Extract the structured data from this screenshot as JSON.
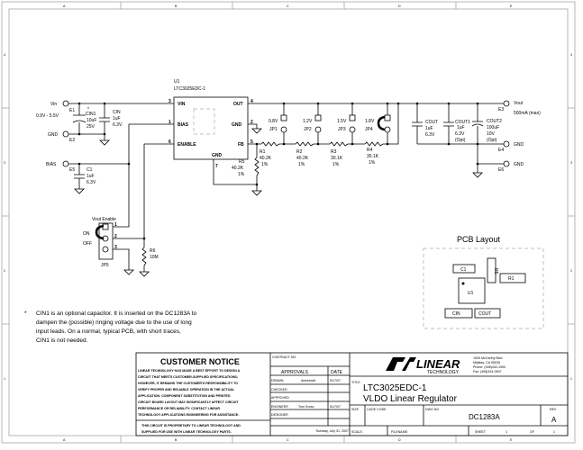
{
  "frame": {
    "columns": [
      "A",
      "B",
      "C",
      "D",
      "E"
    ],
    "rows": [
      "4",
      "3",
      "2",
      "1"
    ]
  },
  "u1": {
    "ref": "U1",
    "part": "LTC3025EDC-1",
    "pins": {
      "vin": "VIN",
      "bias": "BIAS",
      "enable": "ENABLE",
      "out": "OUT",
      "gnd": "GND",
      "fb": "FB",
      "gnd_bottom": "GND"
    },
    "pin_numbers": {
      "vin": "3",
      "bias": "1",
      "enable": "6",
      "out": "4",
      "gnd": "2",
      "fb": "5",
      "gnd_bottom": "7"
    }
  },
  "terminals": {
    "vin": {
      "label": "Vin",
      "ref": "E1",
      "note": "0.9V - 5.5V"
    },
    "gnd_in": {
      "label": "GND",
      "ref": "E2"
    },
    "bias": {
      "label": "BIAS",
      "ref": "E5"
    },
    "vout": {
      "label": "Vout",
      "ref": "E3",
      "note": "500mA (max)"
    },
    "gnd_out1": {
      "label": "GND",
      "ref": "E4"
    },
    "gnd_out2": {
      "label": "GND",
      "ref": "E6"
    }
  },
  "capacitors": {
    "cin1": {
      "mark": "*",
      "ref": "CIN1",
      "value": "10uF",
      "voltage": "25V"
    },
    "cin": {
      "ref": "CIN",
      "value": "1uF",
      "voltage": "6.3V"
    },
    "c1": {
      "ref": "C1",
      "value": "1uF",
      "voltage": "6.3V"
    },
    "cout": {
      "ref": "COUT",
      "value": "1uF",
      "voltage": "6.3V"
    },
    "cout1": {
      "ref": "COUT1",
      "value": "1uF",
      "voltage": "6.3V",
      "note": "(Opt)"
    },
    "cout2": {
      "ref": "COUT2",
      "value": "100uF",
      "voltage": "10V",
      "note": "(Opt)"
    }
  },
  "resistors": {
    "r1": {
      "ref": "R1",
      "value": "40.2K",
      "tol": "1%"
    },
    "r2": {
      "ref": "R2",
      "value": "40.2K",
      "tol": "1%"
    },
    "r3": {
      "ref": "R3",
      "value": "30.1K",
      "tol": "1%"
    },
    "r4": {
      "ref": "R4",
      "value": "30.1K",
      "tol": "1%"
    },
    "r5": {
      "ref": "R5",
      "value": "40.2K",
      "tol": "1%"
    },
    "r6": {
      "ref": "R6",
      "value": "10M"
    }
  },
  "jumpers": {
    "jp1": {
      "ref": "JP1",
      "voltage": "0.8V"
    },
    "jp2": {
      "ref": "JP2",
      "voltage": "1.2V"
    },
    "jp3": {
      "ref": "JP3",
      "voltage": "1.5V"
    },
    "jp4": {
      "ref": "JP4",
      "voltage": "1.8V"
    },
    "jp5": {
      "ref": "JP5",
      "title": "Vout Enable",
      "on": "ON",
      "off": "OFF",
      "pins": [
        "1",
        "2",
        "3"
      ]
    }
  },
  "note": {
    "mark": "*",
    "lines": [
      "CIN1 is an optional capacitor. It is inserted on the DC1283A to",
      "dampen the (possible) ringing voltage due to the use of long",
      "input leads. On a normal, typical PCB, with short traces,",
      "CIN1 is not needed."
    ]
  },
  "pcb": {
    "title": "PCB Layout",
    "parts": {
      "c1": "C1",
      "r5": "R5",
      "r1": "R1",
      "u1": "U1",
      "cin": "CIN",
      "cout": "COUT"
    }
  },
  "title_block": {
    "notice_title": "CUSTOMER NOTICE",
    "notice_lines": [
      "LINEAR TECHNOLOGY HAS MADE A BEST EFFORT TO DESIGN A",
      "CIRCUIT THAT MEETS CUSTOMER-SUPPLIED SPECIFICATIONS;",
      "HOWEVER, IT REMAINS THE CUSTOMER'S RESPONSIBILITY TO",
      "VERIFY PROPER AND RELIABLE OPERATION IN THE ACTUAL",
      "APPLICATION. COMPONENT SUBSTITUTION AND PRINTED",
      "CIRCUIT BOARD LAYOUT MAY SIGNIFICANTLY AFFECT CIRCUIT",
      "PERFORMANCE OR RELIABILITY. CONTACT LINEAR",
      "TECHNOLOGY APPLICATIONS ENGINEERING FOR ASSISTANCE."
    ],
    "proprietary_lines": [
      "THIS CIRCUIT IS PROPRIETARY TO LINEAR TECHNOLOGY AND",
      "SUPPLIED FOR USE WITH LINEAR TECHNOLOGY PARTS."
    ],
    "contract_no": "CONTRACT NO.",
    "approvals": "APPROVALS",
    "date_header": "DATE",
    "rows": [
      {
        "role": "DRAWN",
        "name": "AntoninaK",
        "date": "5/17/07"
      },
      {
        "role": "CHECKED",
        "name": "",
        "date": ""
      },
      {
        "role": "APPROVED",
        "name": "",
        "date": ""
      },
      {
        "role": "ENGINEER",
        "name": "Tom Gross",
        "date": "5/17/07"
      },
      {
        "role": "DESIGNER",
        "name": "",
        "date": ""
      }
    ],
    "print_date": "Tuesday, July 31, 2007",
    "company": "LINEAR",
    "company_sub": "TECHNOLOGY",
    "address": [
      "1630 McCarthy Blvd.",
      "Milpitas, CA 95035",
      "Phone: (408)432-1900",
      "Fax: (408)434-0507"
    ],
    "title_label": "TITLE",
    "title_line1": "LTC3025EDC-1",
    "title_line2": "VLDO Linear Regulator",
    "size_label": "SIZE",
    "cage_label": "CAGE CODE",
    "dwg_label": "DWG NO",
    "dwg_no": "DC1283A",
    "rev_label": "REV",
    "rev": "A",
    "scale_label": "SCALE:",
    "filename_label": "FILENAME:",
    "sheet_label": "SHEET",
    "sheet": "1",
    "of_label": "OF",
    "of": "1"
  }
}
